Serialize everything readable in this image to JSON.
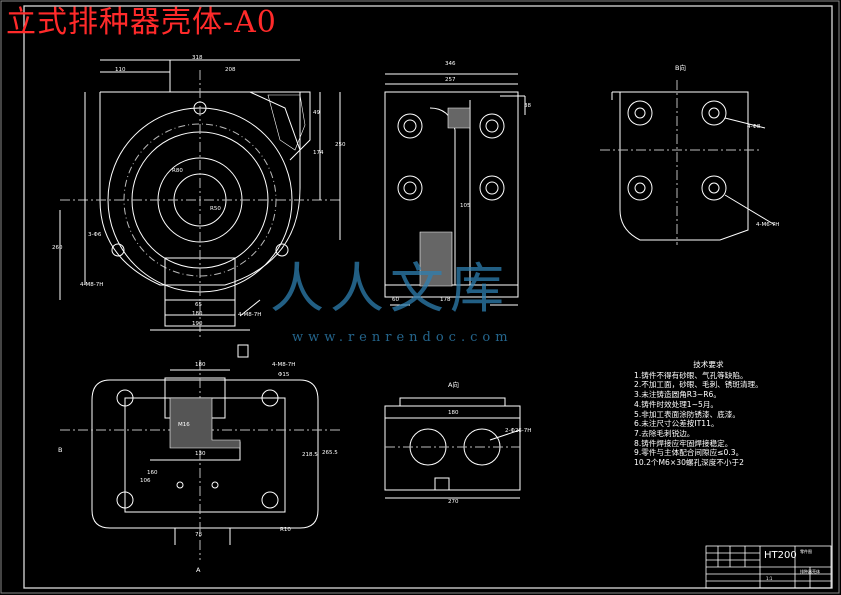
{
  "title": "立式排种器壳体-A0",
  "watermark": {
    "text": "人人文库",
    "url": "www.renrendoc.com"
  },
  "colors": {
    "background": "#000000",
    "line": "#ffffff",
    "title": "#ff2a2a",
    "frame": "#d9d9d9",
    "dimension": "#00ffff",
    "hatch": "#ffffff",
    "section": "#ff3030",
    "watermark": "#2e7fb0"
  },
  "view_labels": {
    "b": "B",
    "a": "A",
    "b_view": "B向",
    "a_view": "A向"
  },
  "technical_requirements": {
    "heading": "技术要求",
    "items": [
      "1.铸件不得有砂眼、气孔等缺陷。",
      "2.不加工面，砂眼、毛刺、锈斑清理。",
      "3.未注铸造圆角R3~R6。",
      "4.铸件时效处理1~5月。",
      "5.非加工表面涂防锈漆、底漆。",
      "6.未注尺寸公差按IT11。",
      "7.去除毛刺锐边。",
      "8.铸件焊接应牢固焊接稳定。",
      "9.零件与主体配合间隙应≤0.3。",
      "10.2个M6×30螺孔深度不小于2"
    ]
  },
  "title_block": {
    "material": "HT200",
    "part_name": "排种器壳体",
    "drawing_type": "零件图",
    "scale": "1:1"
  },
  "dimensions": {
    "front_overall": "318",
    "front_left": "110",
    "front_right": "208",
    "front_height": "260",
    "front_r1": "R80",
    "front_r2": "R50",
    "front_bottom_1": "65",
    "front_bottom_2": "180",
    "front_bottom_3": "190",
    "front_hole": "3-Φ6",
    "front_thread_1": "4-M8-7H",
    "front_thread_2": "4-M8-7H",
    "front_side_1": "49",
    "front_side_2": "174",
    "front_side_3": "250",
    "side_overall": "346",
    "side_inner": "257",
    "side_right_1": "38",
    "side_right_2": "105",
    "side_bottom_left": "60",
    "side_bottom_right": "178",
    "b_view_hole": "4-Φ8",
    "b_view_thread": "4-M6-7H",
    "plan_top": "180",
    "plan_width": "130",
    "plan_hole": "4-M8-7H",
    "plan_hole_2": "Φ15",
    "plan_height": "265.5",
    "plan_side": "218.5",
    "plan_bottom": "78",
    "plan_left_1": "106",
    "plan_left_2": "160",
    "plan_radius": "R10",
    "plan_center": "M16",
    "a_view_top": "180",
    "a_view_bottom": "270",
    "a_view_hole": "2-Φ26-7H"
  }
}
